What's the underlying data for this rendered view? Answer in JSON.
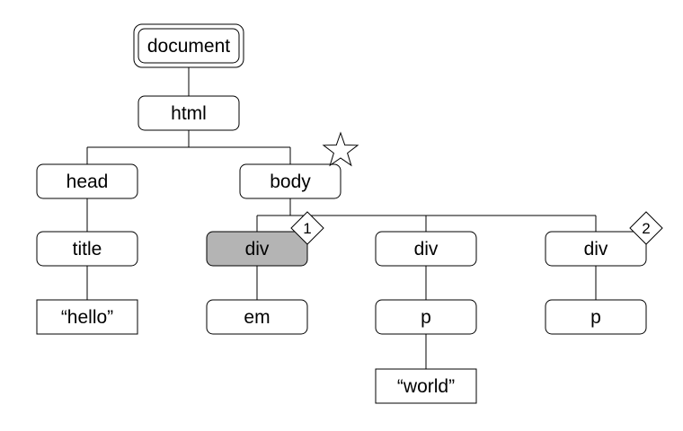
{
  "tree": {
    "nodes": [
      {
        "id": "document",
        "label": "document",
        "shape": "double-rounded"
      },
      {
        "id": "html",
        "label": "html",
        "shape": "rounded"
      },
      {
        "id": "head",
        "label": "head",
        "shape": "rounded"
      },
      {
        "id": "body",
        "label": "body",
        "shape": "rounded",
        "badge": "star"
      },
      {
        "id": "title",
        "label": "title",
        "shape": "rounded"
      },
      {
        "id": "text-hello",
        "label": "“hello”",
        "shape": "rect"
      },
      {
        "id": "div-1",
        "label": "div",
        "shape": "rounded",
        "highlight": true,
        "badge_label": "1"
      },
      {
        "id": "div-2",
        "label": "div",
        "shape": "rounded"
      },
      {
        "id": "div-3",
        "label": "div",
        "shape": "rounded",
        "badge_label": "2"
      },
      {
        "id": "em",
        "label": "em",
        "shape": "rounded"
      },
      {
        "id": "p-1",
        "label": "p",
        "shape": "rounded"
      },
      {
        "id": "p-2",
        "label": "p",
        "shape": "rounded"
      },
      {
        "id": "text-world",
        "label": "“world”",
        "shape": "rect"
      }
    ],
    "edges": [
      [
        "document",
        "html"
      ],
      [
        "html",
        "head"
      ],
      [
        "html",
        "body"
      ],
      [
        "head",
        "title"
      ],
      [
        "title",
        "text-hello"
      ],
      [
        "body",
        "div-1"
      ],
      [
        "body",
        "div-2"
      ],
      [
        "body",
        "div-3"
      ],
      [
        "div-1",
        "em"
      ],
      [
        "div-2",
        "p-1"
      ],
      [
        "div-3",
        "p-2"
      ],
      [
        "p-1",
        "text-world"
      ]
    ]
  },
  "colors": {
    "stroke": "#000000",
    "fill": "#ffffff",
    "highlight_fill": "#b4b4b4"
  }
}
